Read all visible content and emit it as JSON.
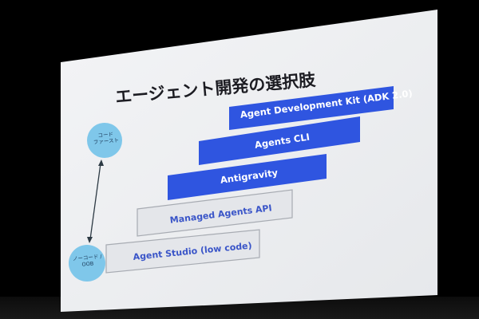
{
  "slide": {
    "title": "エージェント開発の選択肢",
    "axis": {
      "top_label_line1": "コード",
      "top_label_line2": "ファースト",
      "bottom_label_line1": "ノーコード /",
      "bottom_label_line2": "OOB"
    },
    "options": [
      {
        "label": "Agent Development Kit (ADK 2.0)",
        "style": "filled"
      },
      {
        "label": "Agents CLI",
        "style": "filled"
      },
      {
        "label": "Antigravity",
        "style": "filled"
      },
      {
        "label": "Managed Agents API",
        "style": "outlined"
      },
      {
        "label": "Agent Studio (low code)",
        "style": "outlined"
      }
    ]
  },
  "colors": {
    "background": "#000000",
    "screen": "#eef0f3",
    "filled_box": "#2f55e0",
    "outlined_box_fill": "#e4e6ea",
    "outlined_box_border": "#a7abb2",
    "outlined_text": "#3a55c8",
    "circle": "#7fc7ea"
  }
}
